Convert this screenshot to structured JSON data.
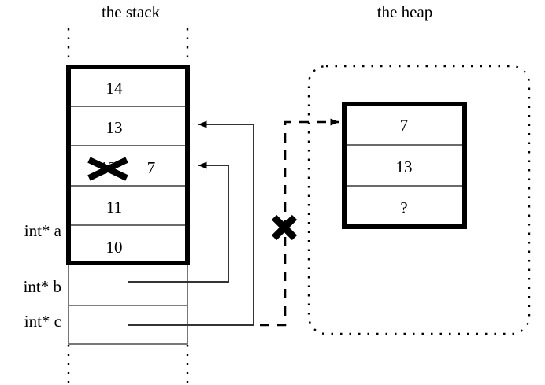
{
  "figure": {
    "titles": {
      "stack": "the stack",
      "heap": "the heap"
    }
  },
  "stack": {
    "frame_cells": [
      {
        "value": "14"
      },
      {
        "value": "13"
      },
      {
        "value": "12",
        "struck_out": true,
        "new_value": "7"
      },
      {
        "value": "11"
      },
      {
        "value": "10"
      }
    ],
    "variables": [
      {
        "label": "int* a"
      },
      {
        "label": "int* b"
      },
      {
        "label": "int* c"
      }
    ]
  },
  "heap": {
    "block_cells": [
      {
        "value": "7"
      },
      {
        "value": "13"
      },
      {
        "value": "?"
      }
    ]
  },
  "annotations": {
    "broken_link_marker": "X",
    "struck_value_marker": "X"
  },
  "colors": {
    "ink": "#000000",
    "background": "#ffffff",
    "thin_rule": "#555555"
  }
}
